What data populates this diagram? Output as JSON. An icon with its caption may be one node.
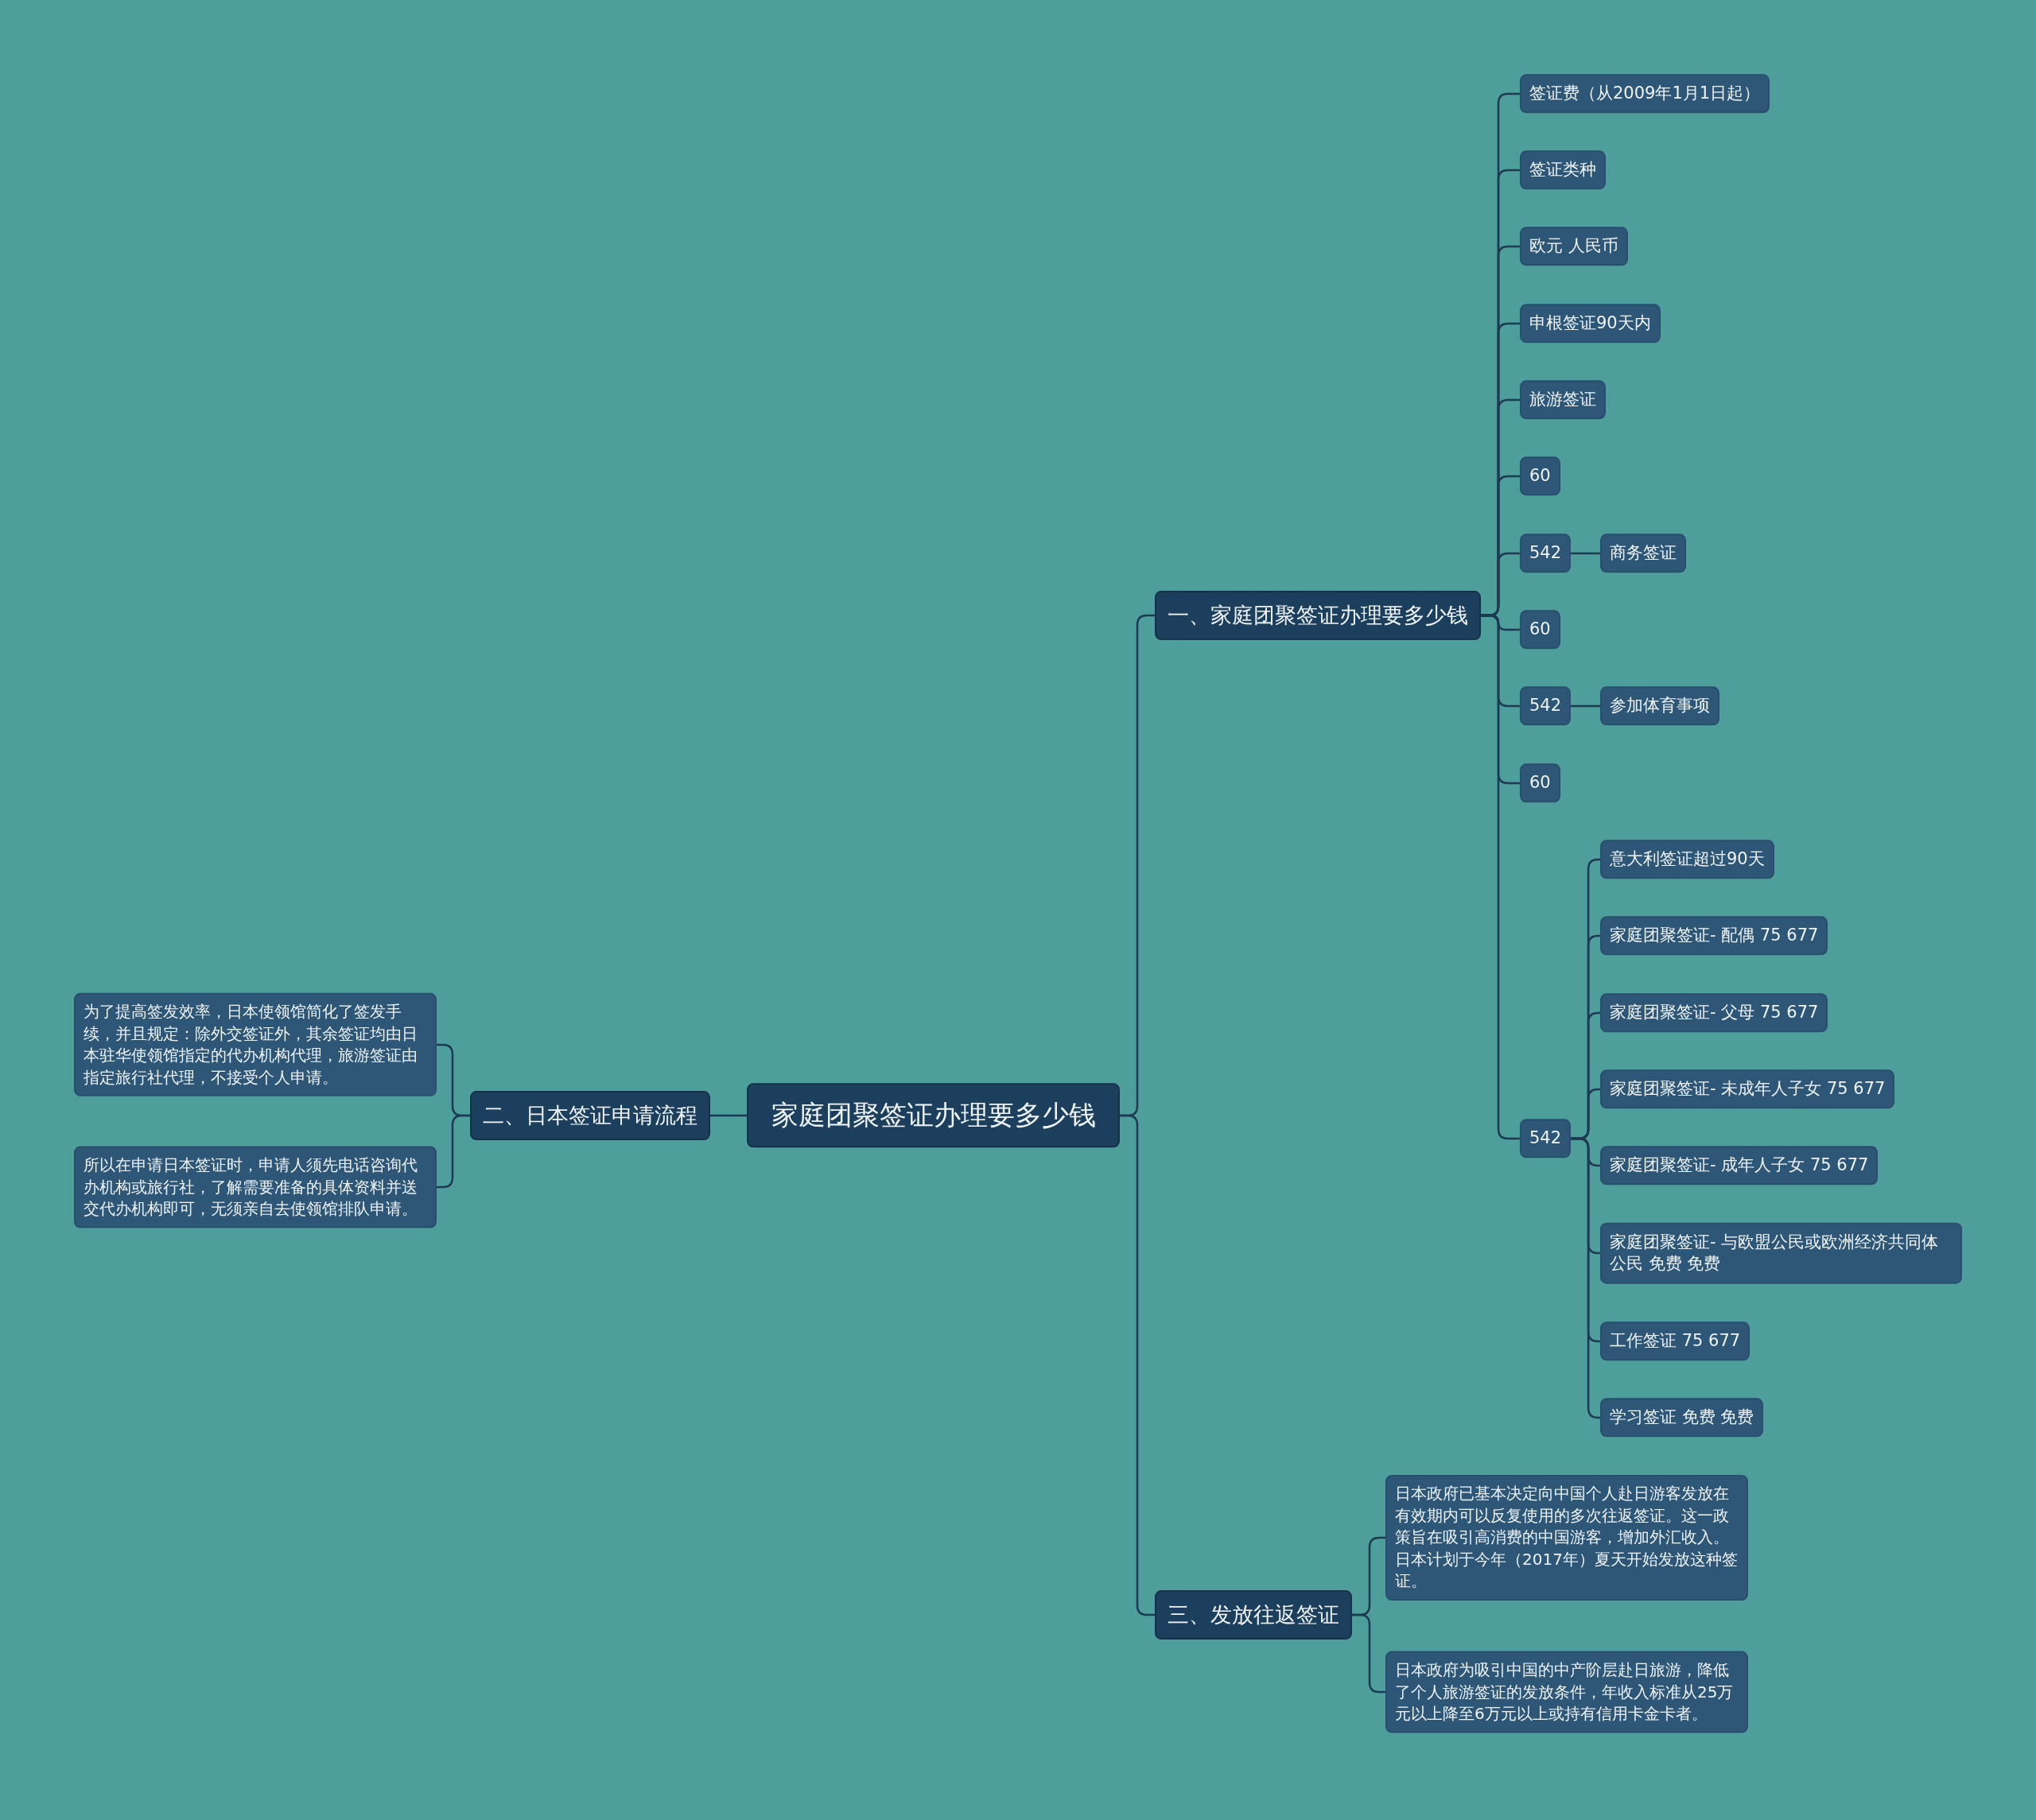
{
  "diagram": {
    "nodes": [
      {
        "text": [
          "家庭团聚签证办理要多少钱"
        ]
      },
      {
        "text": [
          "一、家庭团聚签证办理要多少钱"
        ]
      },
      {
        "text": [
          "签证费（从2009年1月1日起）"
        ]
      },
      {
        "text": [
          "签证类种"
        ]
      },
      {
        "text": [
          "欧元 人民币"
        ]
      },
      {
        "text": [
          "申根签证90天内"
        ]
      },
      {
        "text": [
          "旅游签证"
        ]
      },
      {
        "text": [
          "60"
        ]
      },
      {
        "text": [
          "542"
        ]
      },
      {
        "text": [
          "商务签证"
        ]
      },
      {
        "text": [
          "60"
        ]
      },
      {
        "text": [
          "542"
        ]
      },
      {
        "text": [
          "参加体育事项"
        ]
      },
      {
        "text": [
          "60"
        ]
      },
      {
        "text": [
          "542"
        ]
      },
      {
        "text": [
          "意大利签证超过90天"
        ]
      },
      {
        "text": [
          "家庭团聚签证- 配偶 75 677"
        ]
      },
      {
        "text": [
          "家庭团聚签证- 父母 75 677"
        ]
      },
      {
        "text": [
          "家庭团聚签证- 未成年人子女 75 677"
        ]
      },
      {
        "text": [
          "家庭团聚签证- 成年人子女 75 677"
        ]
      },
      {
        "text": [
          "家庭团聚签证- 与欧盟公民或欧洲经济共同体公民 免费 免费"
        ]
      },
      {
        "text": [
          "工作签证 75 677"
        ]
      },
      {
        "text": [
          "学习签证 免费 免费"
        ]
      },
      {
        "text": [
          "二、日本签证申请流程"
        ]
      },
      {
        "text": [
          "为了提高签发效率，日本使领馆简化了签发手续，并且规定：除外交签证外，其余签证均由日本驻华使领馆指定的代办机构代理，旅游签证由指定旅行社代理，不接受个人申请。"
        ]
      },
      {
        "text": [
          "所以在申请日本签证时，申请人须先电话咨询代办机构或旅行社，了解需要准备的具体资料并送交代办机构即可，无须亲自去使领馆排队申请。"
        ]
      },
      {
        "text": [
          "三、发放往返签证"
        ]
      },
      {
        "text": [
          "日本政府已基本决定向中国个人赴日游客发放在有效期内可以反复使用的多次往返签证。这一政策旨在吸引高消费的中国游客，增加外汇收入。日本计划于今年（2017年）夏天开始发放这种签证。"
        ]
      },
      {
        "text": [
          "日本政府为吸引中国的中产阶层赴日旅游，降低了个人旅游签证的发放条件，年收入标准从25万元以上降至6万元以上或持有信用卡金卡者。"
        ]
      }
    ],
    "edges": [
      {
        "from": 0,
        "to": 1,
        "arrow": "none"
      },
      {
        "from": 1,
        "to": 2,
        "arrow": "none"
      },
      {
        "from": 1,
        "to": 3,
        "arrow": "none"
      },
      {
        "from": 1,
        "to": 4,
        "arrow": "none"
      },
      {
        "from": 1,
        "to": 5,
        "arrow": "none"
      },
      {
        "from": 1,
        "to": 6,
        "arrow": "none"
      },
      {
        "from": 1,
        "to": 7,
        "arrow": "none"
      },
      {
        "from": 1,
        "to": 8,
        "arrow": "none"
      },
      {
        "from": 8,
        "to": 9,
        "arrow": "none"
      },
      {
        "from": 1,
        "to": 10,
        "arrow": "none"
      },
      {
        "from": 1,
        "to": 11,
        "arrow": "none"
      },
      {
        "from": 11,
        "to": 12,
        "arrow": "none"
      },
      {
        "from": 1,
        "to": 13,
        "arrow": "none"
      },
      {
        "from": 1,
        "to": 14,
        "arrow": "none"
      },
      {
        "from": 14,
        "to": 15,
        "arrow": "none"
      },
      {
        "from": 14,
        "to": 16,
        "arrow": "none"
      },
      {
        "from": 14,
        "to": 17,
        "arrow": "none"
      },
      {
        "from": 14,
        "to": 18,
        "arrow": "none"
      },
      {
        "from": 14,
        "to": 19,
        "arrow": "none"
      },
      {
        "from": 14,
        "to": 20,
        "arrow": "none"
      },
      {
        "from": 14,
        "to": 21,
        "arrow": "none"
      },
      {
        "from": 14,
        "to": 22,
        "arrow": "none"
      },
      {
        "from": 0,
        "to": 23,
        "arrow": "none"
      },
      {
        "from": 23,
        "to": 24,
        "arrow": "none"
      },
      {
        "from": 23,
        "to": 25,
        "arrow": "none"
      },
      {
        "from": 0,
        "to": 26,
        "arrow": "none"
      },
      {
        "from": 26,
        "to": 27,
        "arrow": "none"
      },
      {
        "from": 26,
        "to": 28,
        "arrow": "none"
      }
    ]
  }
}
